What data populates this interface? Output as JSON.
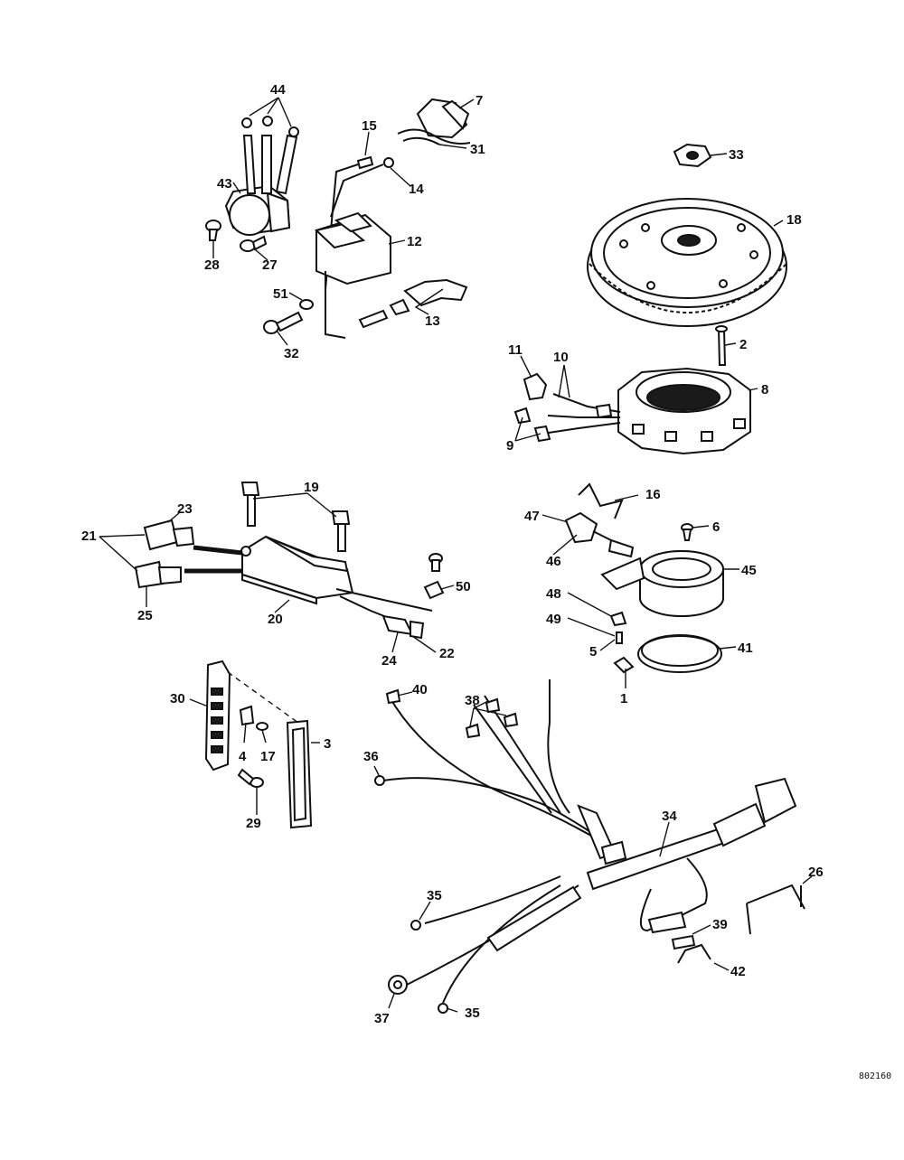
{
  "diagram": {
    "drawing_number": "802160",
    "callouts": {
      "c1": "1",
      "c2": "2",
      "c3": "3",
      "c4": "4",
      "c5": "5",
      "c6": "6",
      "c7": "7",
      "c8": "8",
      "c9": "9",
      "c10": "10",
      "c11": "11",
      "c12": "12",
      "c13": "13",
      "c14": "14",
      "c15": "15",
      "c16": "16",
      "c17": "17",
      "c18": "18",
      "c19": "19",
      "c20": "20",
      "c21": "21",
      "c22": "22",
      "c23": "23",
      "c24": "24",
      "c25": "25",
      "c26": "26",
      "c27": "27",
      "c28": "28",
      "c29": "29",
      "c30": "30",
      "c31": "31",
      "c32": "32",
      "c33": "33",
      "c34": "34",
      "c35a": "35",
      "c35b": "35",
      "c36": "36",
      "c37": "37",
      "c38": "38",
      "c39": "39",
      "c40": "40",
      "c41": "41",
      "c42": "42",
      "c43": "43",
      "c44": "44",
      "c45": "45",
      "c46": "46",
      "c47": "47",
      "c48": "48",
      "c49": "49",
      "c50": "50",
      "c51": "51"
    }
  }
}
